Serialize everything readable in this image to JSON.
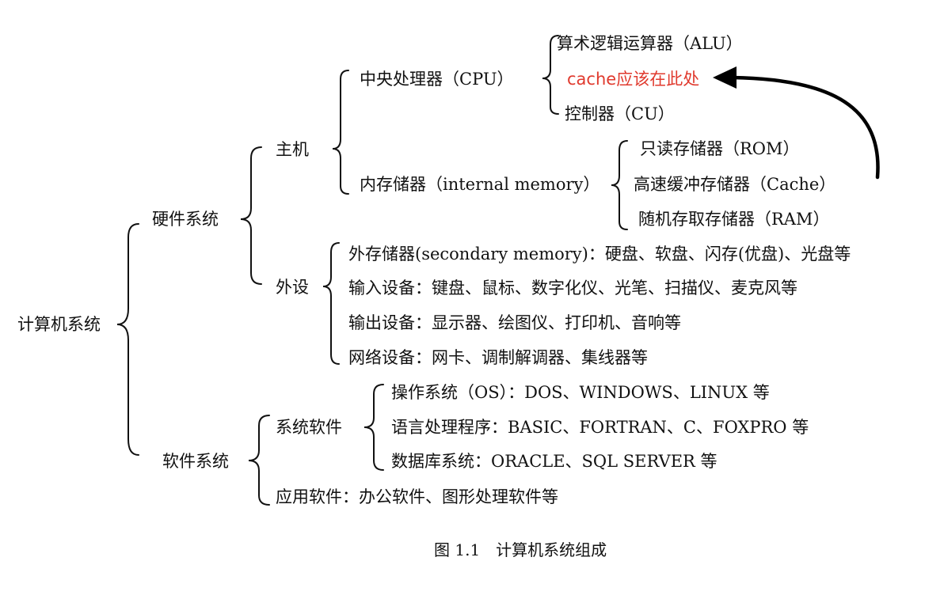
{
  "diagram": {
    "root": "计算机系统",
    "hardware": "硬件系统",
    "software": "软件系统",
    "host": "主机",
    "peripherals": "外设",
    "cpu": "中央处理器（CPU）",
    "internal_memory": "内存储器（internal memory）",
    "alu": "算术逻辑运算器（ALU）",
    "cache_note": "cache应该在此处",
    "cu": "控制器（CU）",
    "rom": "只读存储器（ROM）",
    "cache": "高速缓冲存储器（Cache）",
    "ram": "随机存取存储器（RAM）",
    "secondary_memory": "外存储器(secondary memory)：硬盘、软盘、闪存(优盘)、光盘等",
    "input_devices": "输入设备：键盘、鼠标、数字化仪、光笔、扫描仪、麦克风等",
    "output_devices": "输出设备：显示器、绘图仪、打印机、音响等",
    "network_devices": "网络设备：网卡、调制解调器、集线器等",
    "system_software": "系统软件",
    "os": "操作系统（OS）：DOS、WINDOWS、LINUX 等",
    "lang": "语言处理程序：BASIC、FORTRAN、C、FOXPRO 等",
    "db": "数据库系统：ORACLE、SQL SERVER 等",
    "app_software": "应用软件：办公软件、图形处理软件等",
    "caption": "图 1.1　计算机系统组成"
  },
  "colors": {
    "text": "#111111",
    "annotation": "#e03a2e",
    "arrow": "#000000"
  }
}
